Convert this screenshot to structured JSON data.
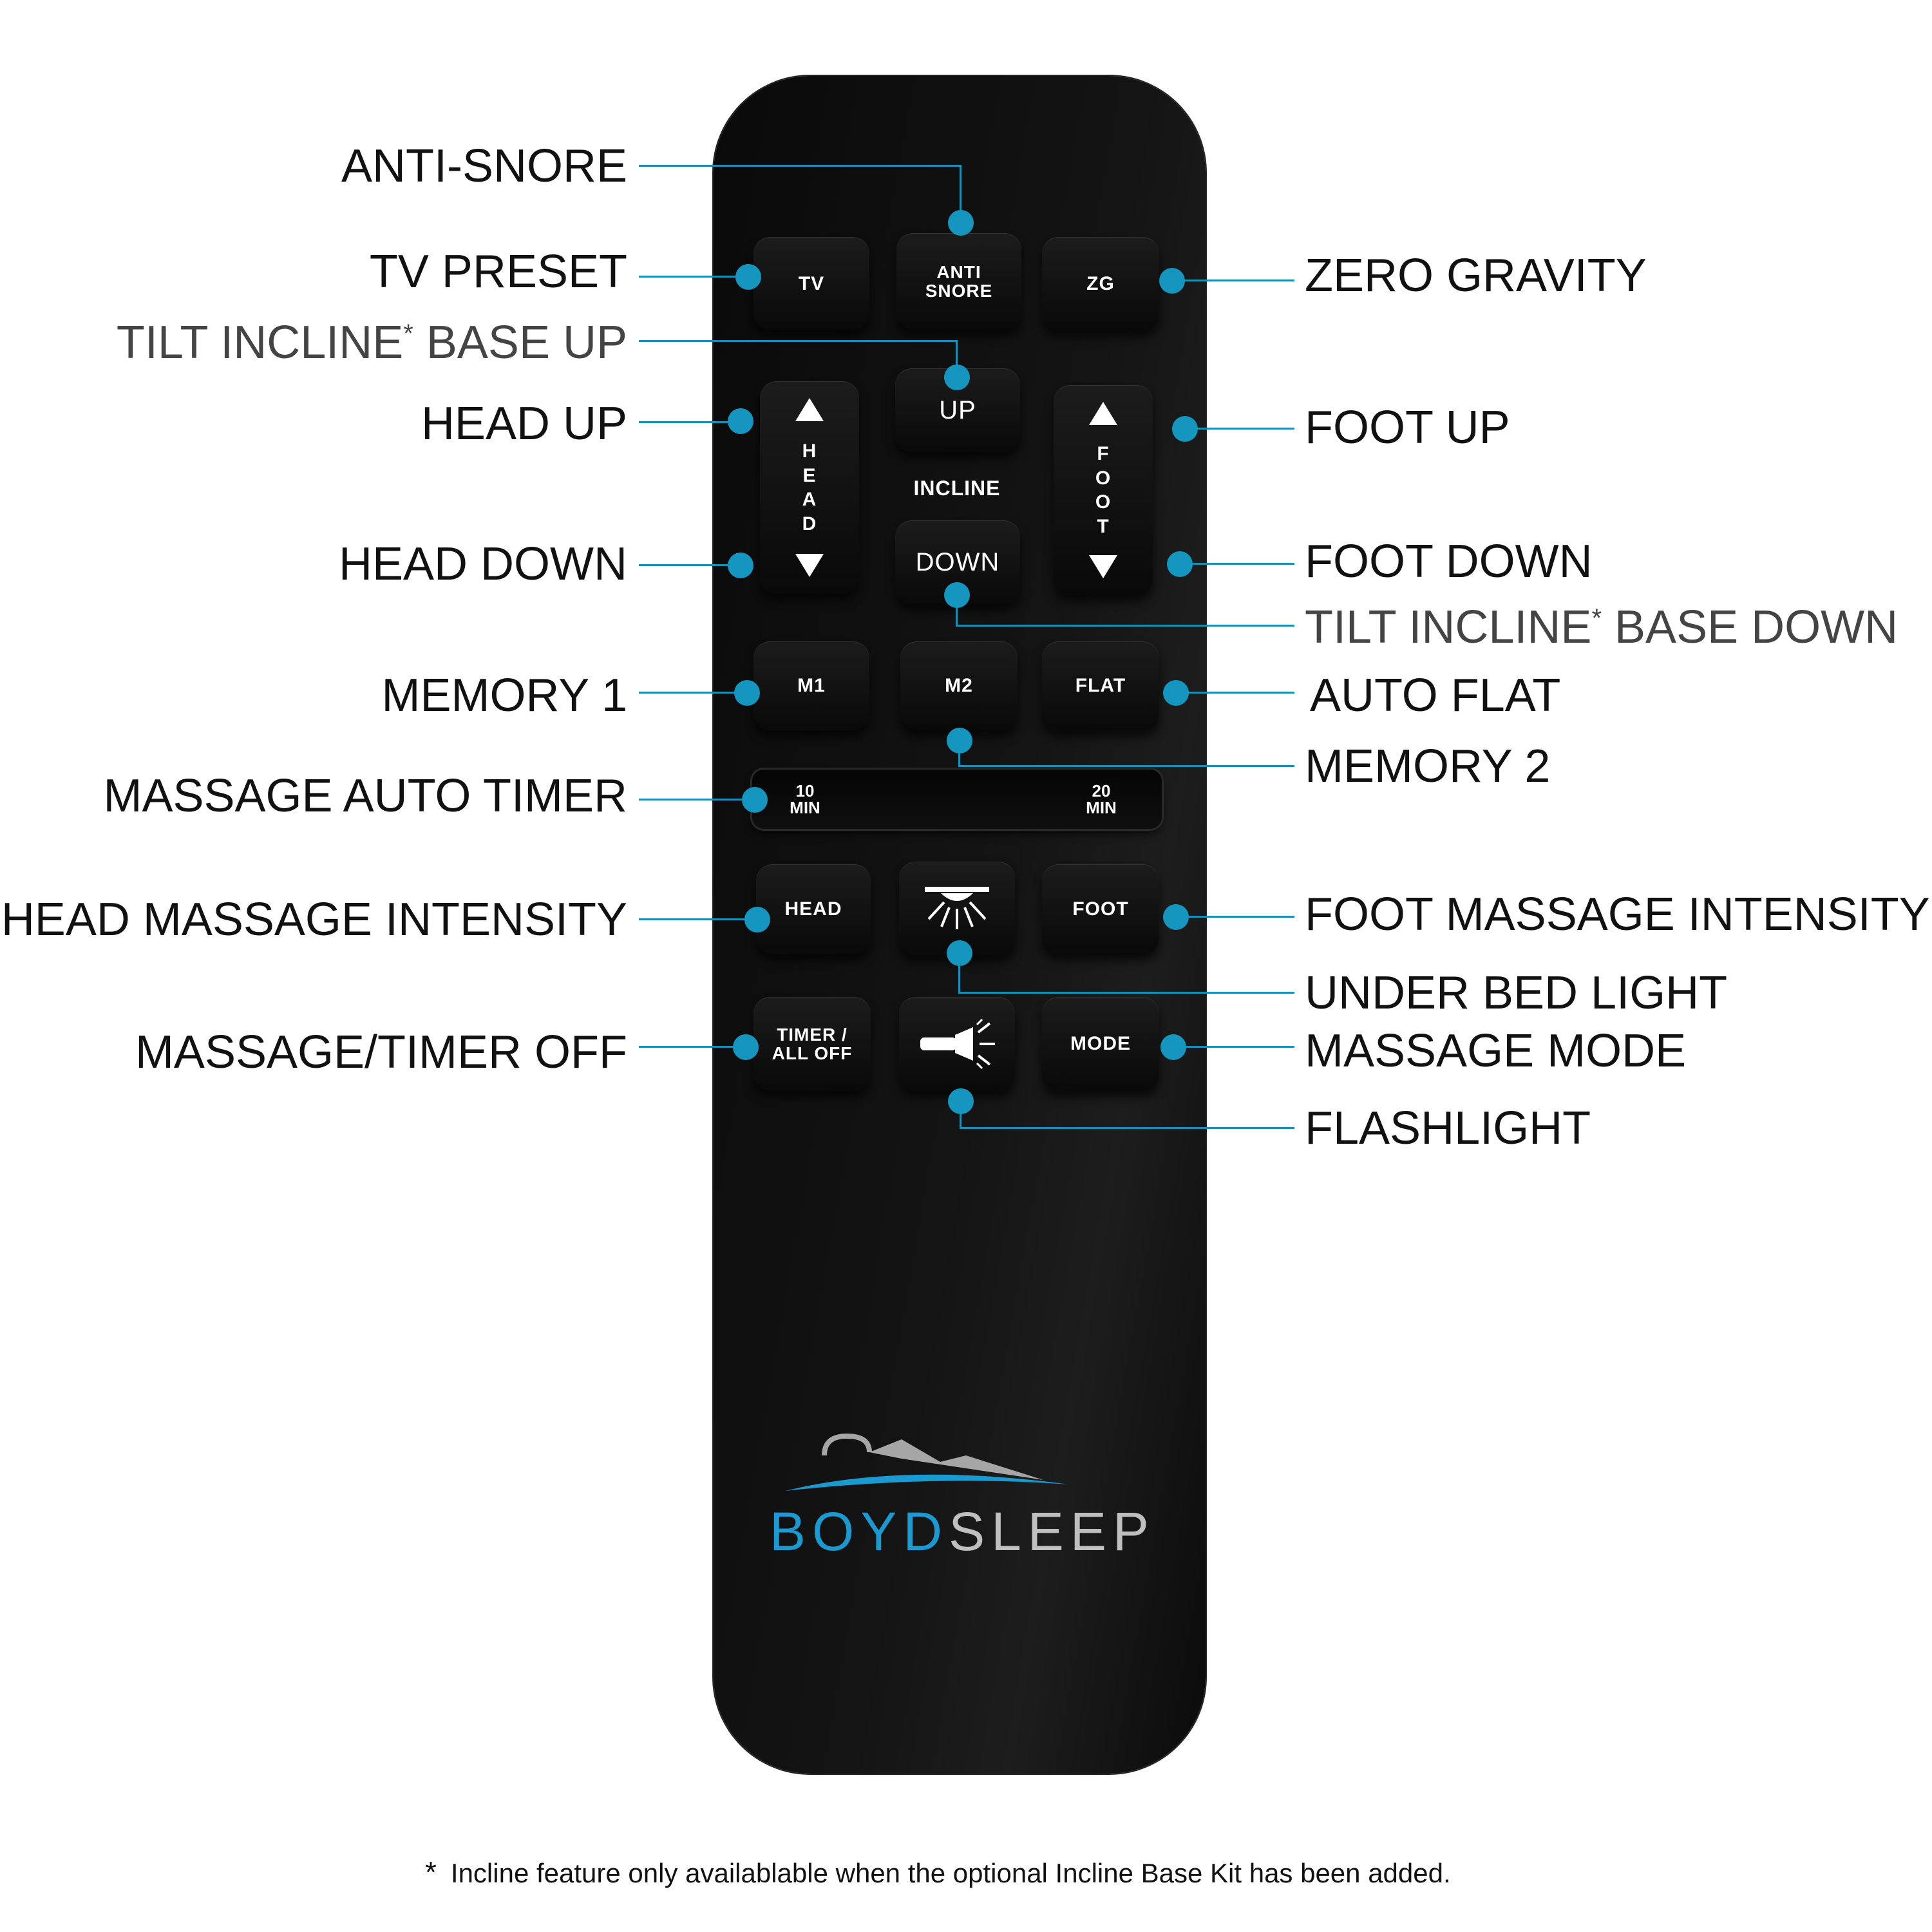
{
  "remote": {
    "buttons": {
      "tv": "TV",
      "anti_snore": "ANTI\nSNORE",
      "zg": "ZG",
      "up": "UP",
      "incline": "INCLINE",
      "down": "DOWN",
      "head_vert": "HEAD",
      "foot_vert": "FOOT",
      "m1": "M1",
      "m2": "M2",
      "flat": "FLAT",
      "head": "HEAD",
      "foot": "FOOT",
      "timer_all_off": "TIMER /\nALL OFF",
      "mode": "MODE"
    },
    "timer_strip": {
      "left_value": "10",
      "left_unit": "MIN",
      "right_value": "20",
      "right_unit": "MIN"
    },
    "brand": {
      "part1": "BOYD",
      "part2": "SLEEP",
      "color_primary": "#1a9ad0",
      "color_secondary": "#bfbfbf"
    }
  },
  "labels": {
    "anti_snore": "ANTI-SNORE",
    "tv_preset": "TV PRESET",
    "zero_gravity": "ZERO GRAVITY",
    "tilt_up_main": "TILT INCLINE",
    "tilt_up_rest": " BASE UP",
    "head_up": "HEAD UP",
    "foot_up": "FOOT UP",
    "head_down": "HEAD DOWN",
    "foot_down": "FOOT DOWN",
    "tilt_down_main": "TILT INCLINE",
    "tilt_down_rest": " BASE DOWN",
    "asterisk": "*",
    "memory_1": "MEMORY 1",
    "auto_flat": "AUTO FLAT",
    "memory_2": "MEMORY 2",
    "massage_auto_timer": "MASSAGE AUTO TIMER",
    "head_massage_intensity": "HEAD MASSAGE INTENSITY",
    "foot_massage_intensity": "FOOT MASSAGE INTENSITY",
    "under_bed_light": "UNDER BED LIGHT",
    "massage_timer_off": "MASSAGE/TIMER OFF",
    "massage_mode": "MASSAGE MODE",
    "flashlight": "FLASHLIGHT"
  },
  "footnote": {
    "star": "*",
    "text": "Incline feature only availablable when the optional Incline Base Kit has been added."
  },
  "colors": {
    "callout": "#1590b8"
  },
  "icons": {
    "light": "under-bed-light-icon",
    "flashlight": "flashlight-icon"
  }
}
